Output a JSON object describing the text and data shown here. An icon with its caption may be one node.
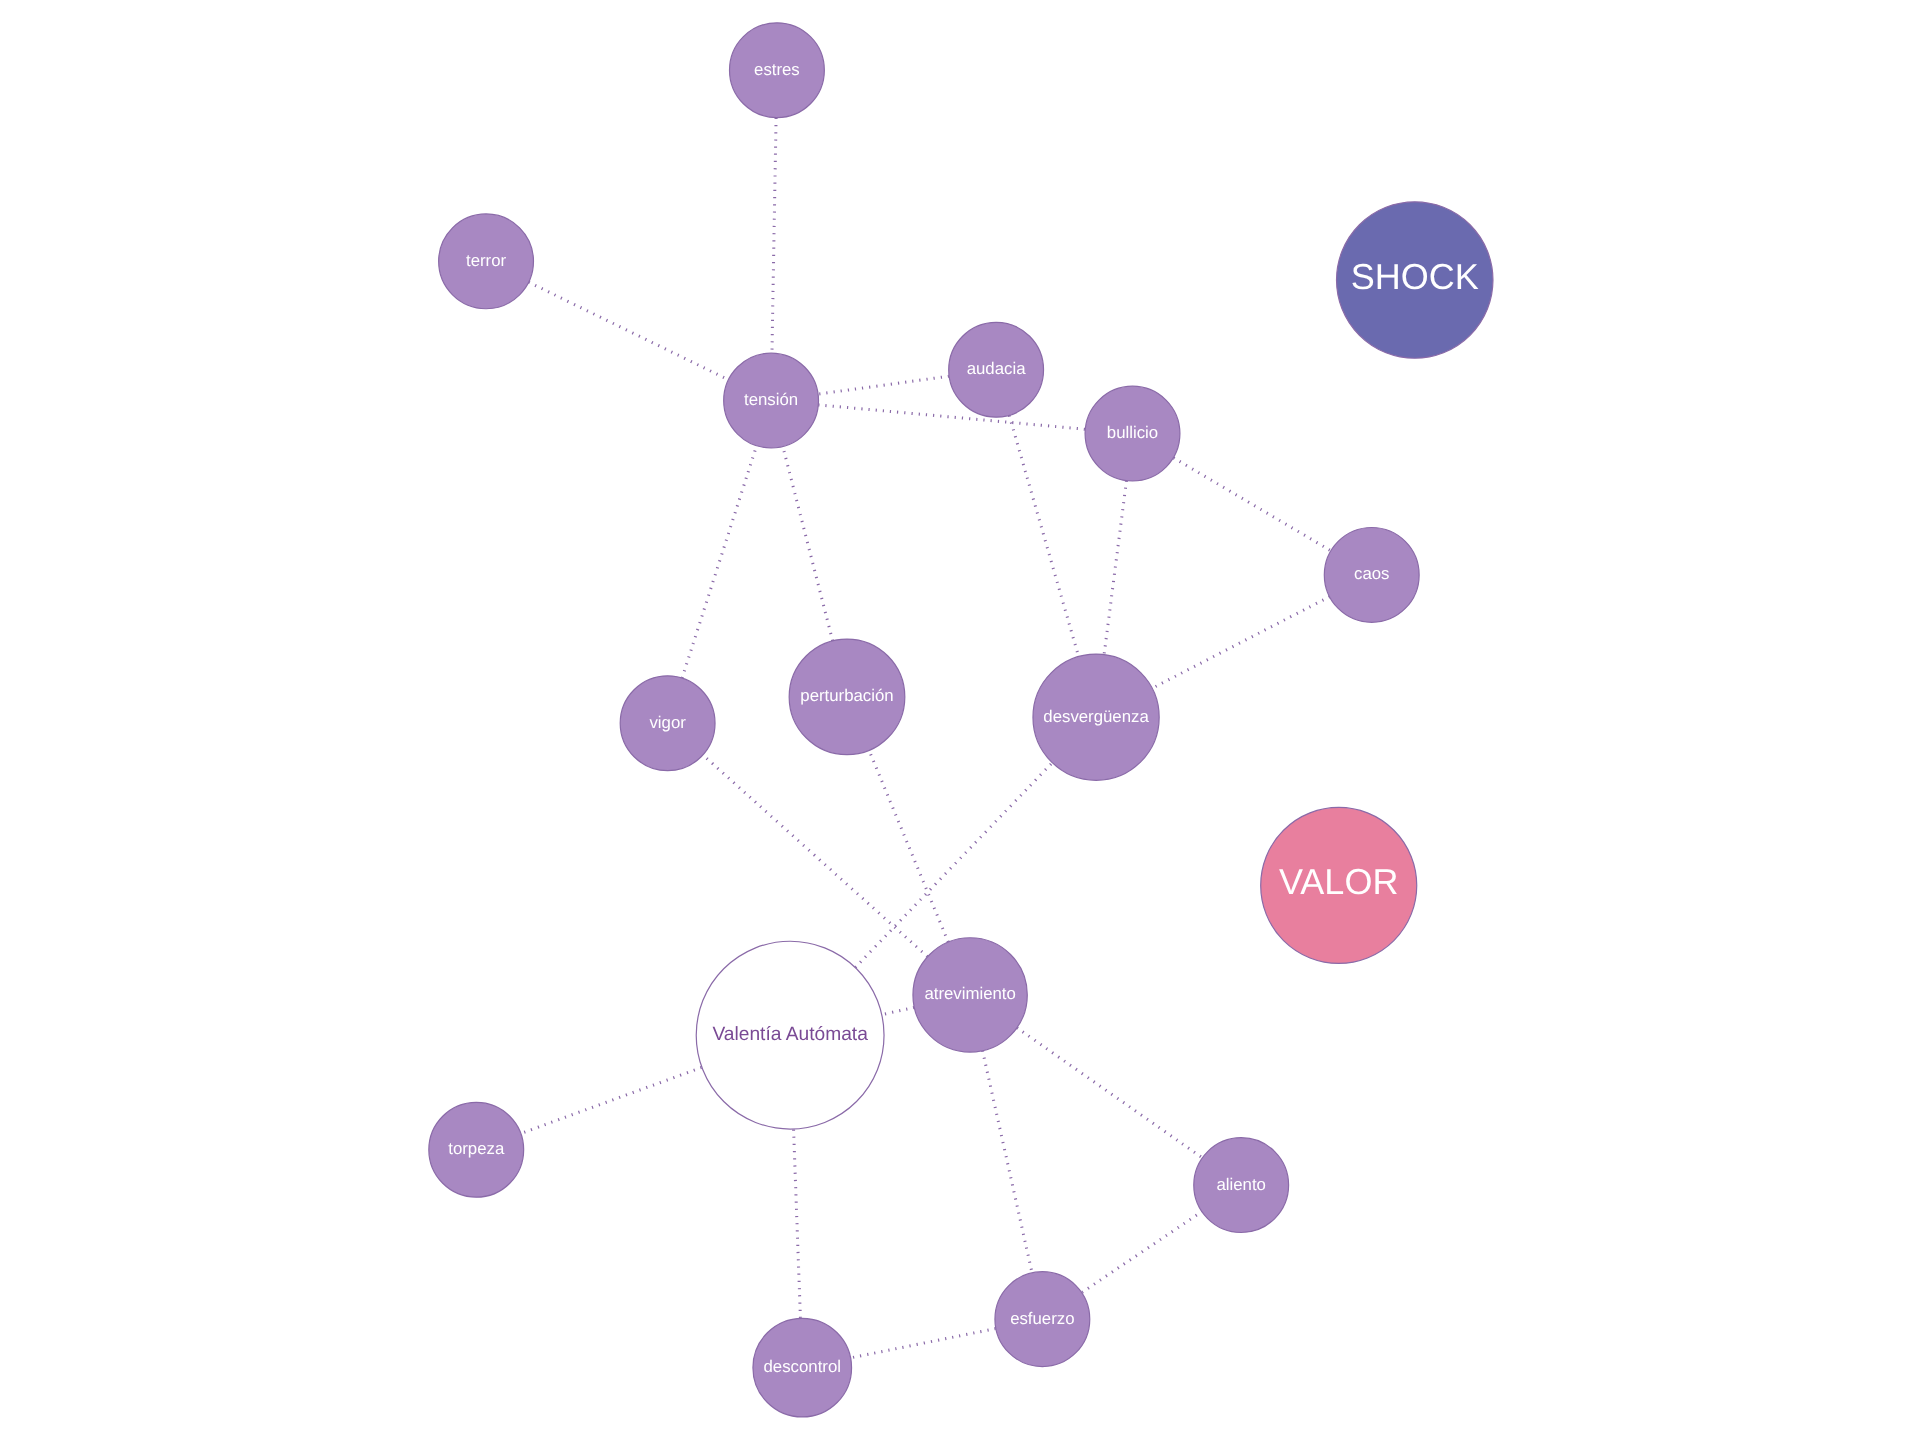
{
  "diagram": {
    "nodes": [
      {
        "text": [
          "VALOR"
        ]
      },
      {
        "text": [
          "SHOCK"
        ]
      },
      {
        "text": [
          "Valentía Autómata"
        ]
      },
      {
        "text": [
          "atrevimiento"
        ]
      },
      {
        "text": [
          "esfuerzo"
        ]
      },
      {
        "text": [
          "descontrol"
        ]
      },
      {
        "text": [
          "perturbación"
        ]
      },
      {
        "text": [
          "estres"
        ]
      },
      {
        "text": [
          "terror"
        ]
      },
      {
        "text": [
          "audacia"
        ]
      },
      {
        "text": [
          "vigor"
        ]
      },
      {
        "text": [
          "aliento"
        ]
      },
      {
        "text": [
          "torpeza"
        ]
      },
      {
        "text": [
          "tensión"
        ]
      },
      {
        "text": [
          "bullicio"
        ]
      },
      {
        "text": [
          "caos"
        ]
      },
      {
        "text": [
          "desvergüenza"
        ]
      }
    ],
    "edges": [
      {
        "from": 3,
        "to": 4,
        "arrow": "none"
      },
      {
        "from": 4,
        "to": 5,
        "arrow": "none"
      },
      {
        "from": 3,
        "to": 6,
        "arrow": "none"
      },
      {
        "from": 3,
        "to": 2,
        "arrow": "none"
      },
      {
        "from": 5,
        "to": 2,
        "arrow": "none"
      },
      {
        "from": 4,
        "to": 11,
        "arrow": "none"
      },
      {
        "from": 3,
        "to": 11,
        "arrow": "none"
      },
      {
        "from": 3,
        "to": 10,
        "arrow": "none"
      },
      {
        "from": 2,
        "to": 16,
        "arrow": "none"
      },
      {
        "from": 2,
        "to": 12,
        "arrow": "none"
      },
      {
        "from": 9,
        "to": 13,
        "arrow": "none"
      },
      {
        "from": 9,
        "to": 16,
        "arrow": "none"
      },
      {
        "from": 10,
        "to": 13,
        "arrow": "none"
      },
      {
        "from": 7,
        "to": 13,
        "arrow": "none"
      },
      {
        "from": 6,
        "to": 13,
        "arrow": "none"
      },
      {
        "from": 8,
        "to": 13,
        "arrow": "none"
      },
      {
        "from": 13,
        "to": 14,
        "arrow": "none"
      },
      {
        "from": 14,
        "to": 16,
        "arrow": "none"
      },
      {
        "from": 14,
        "to": 15,
        "arrow": "none"
      },
      {
        "from": 15,
        "to": 16,
        "arrow": "none"
      }
    ]
  }
}
